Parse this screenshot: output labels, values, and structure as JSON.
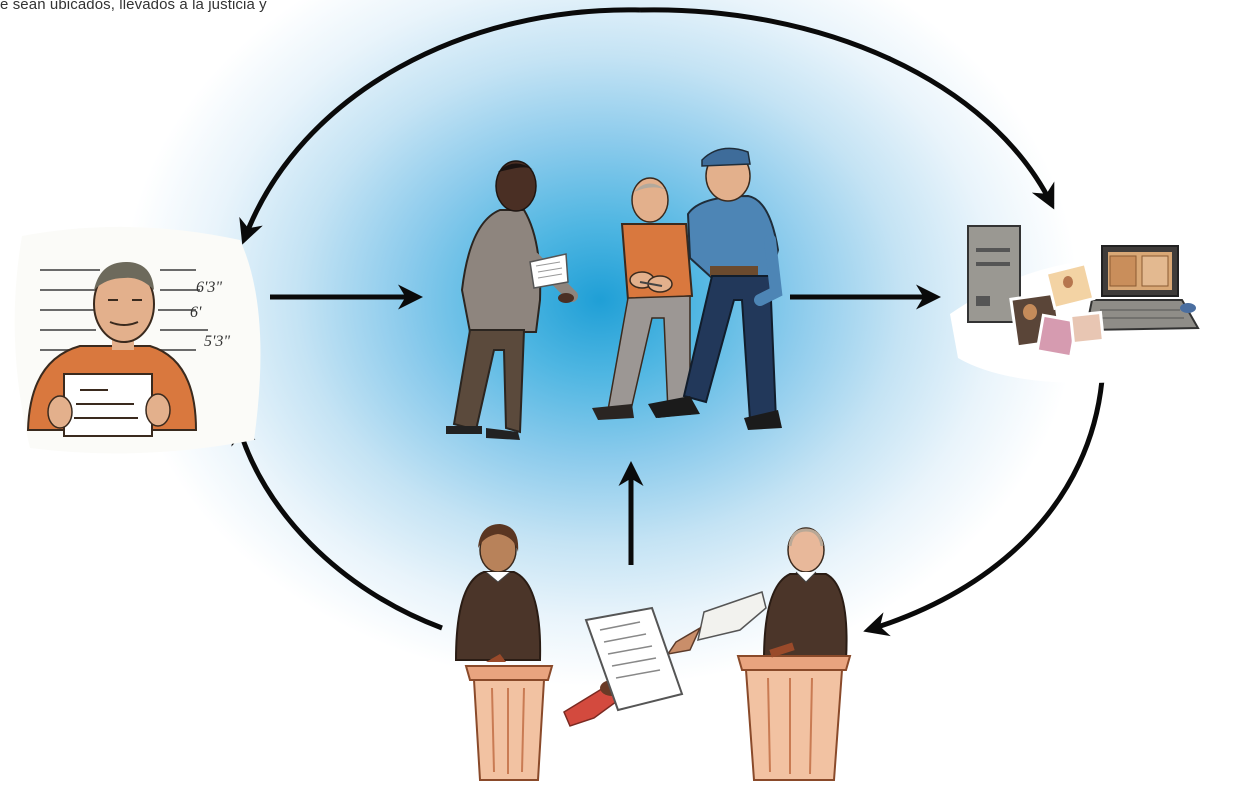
{
  "caption_fragment": "e sean ubicados, llevados a la justicia y",
  "mugshot": {
    "height_marks": [
      "6'3\"",
      "6'",
      "5'3\""
    ]
  },
  "colors": {
    "background_center": "#1f9fd6",
    "arrow": "#0a0a0a",
    "skin": "#e3b08c",
    "robe": "#4b3529",
    "podium": "#e9a47f"
  }
}
